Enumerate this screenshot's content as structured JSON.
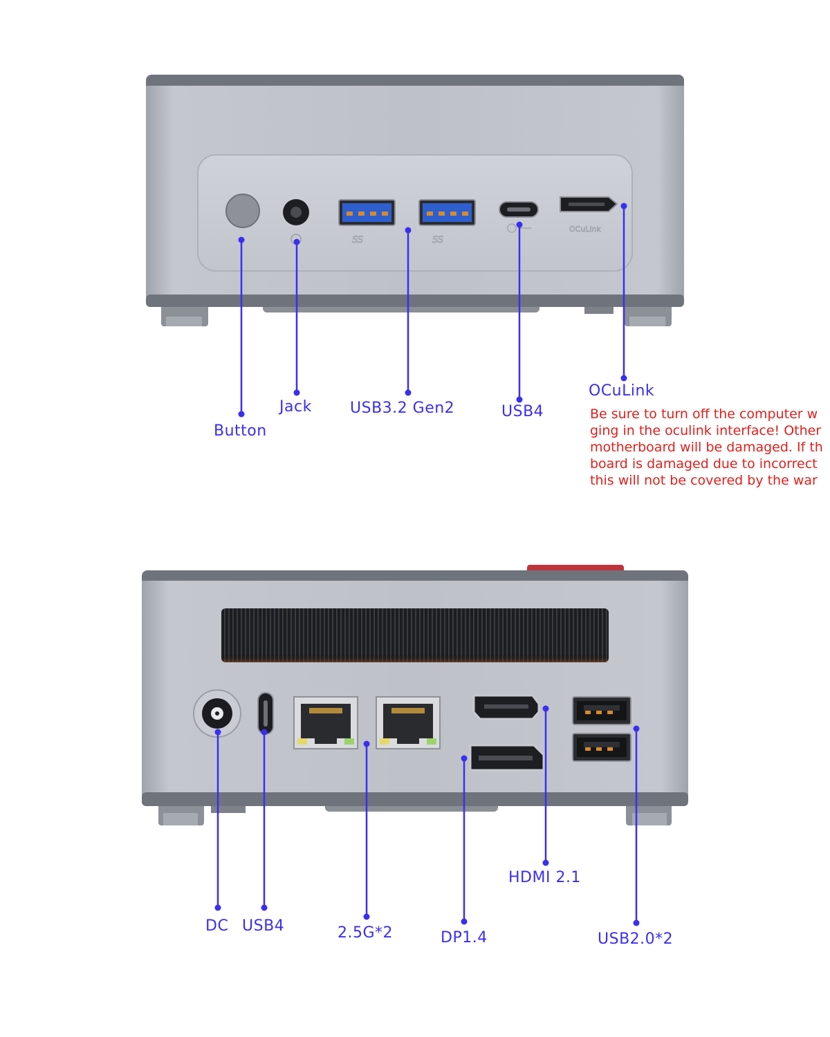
{
  "front_panel": {
    "port_marks": {
      "usb_a_1": "SS",
      "usb_a_2": "SS",
      "oculink": "OCuLink"
    },
    "labels": {
      "button": "Button",
      "jack": "Jack",
      "usb32": "USB3.2 Gen2",
      "usb4": "USB4",
      "oculink": "OCuLink"
    },
    "warning_lines": [
      "Be sure to turn off the computer w",
      "ging in the oculink interface! Other",
      "motherboard will be damaged. If th",
      "board is damaged due to incorrect",
      "this will not be covered by the war"
    ]
  },
  "rear_panel": {
    "labels": {
      "dc": "DC",
      "usb4": "USB4",
      "lan": "2.5G*2",
      "dp": "DP1.4",
      "hdmi": "HDMI 2.1",
      "usb2": "USB2.0*2"
    }
  },
  "colors": {
    "callout": "#3a2ef0",
    "warning": "#e0201c",
    "chassis": "#b9bcc4",
    "chassis_top": "#6f737c"
  }
}
